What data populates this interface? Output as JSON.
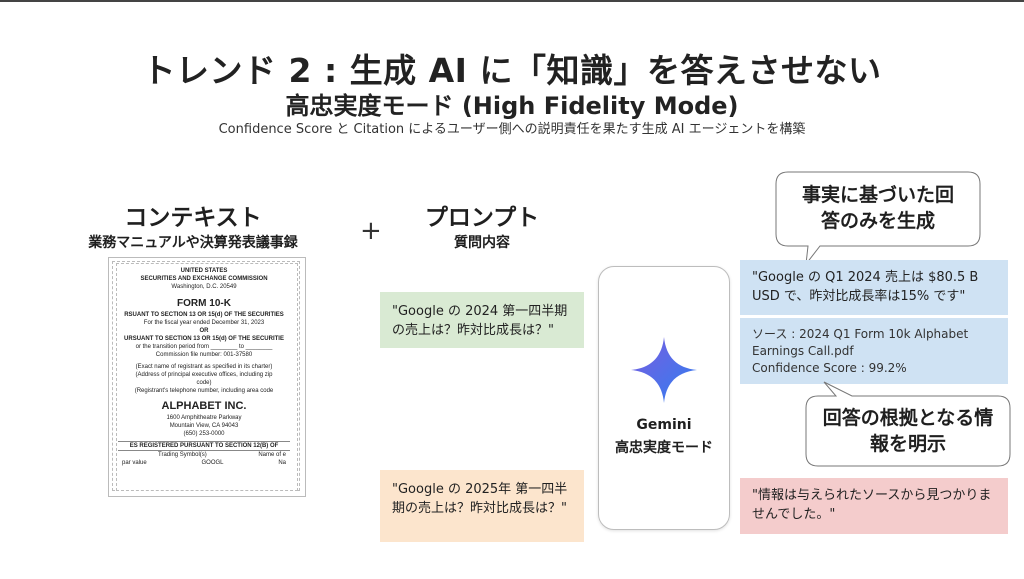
{
  "slide": {
    "title": "トレンド 2 : 生成 AI に「知識」を答えさせない",
    "subtitle": "高忠実度モード (High Fidelity Mode)",
    "description": "Confidence Score と Citation によるユーザー側への説明責任を果たす生成  AI エージェントを構築"
  },
  "context": {
    "heading": "コンテキスト",
    "subheading": "業務マニュアルや決算発表議事録",
    "plus": "+",
    "document": {
      "agency_line1": "UNITED STATES",
      "agency_line2": "SECURITIES AND EXCHANGE COMMISSION",
      "agency_line3": "Washington, D.C. 20549",
      "form": "FORM 10-K",
      "line_pursuant1": "RSUANT TO SECTION 13 OR 15(d) OF THE SECURITIES",
      "line_fiscal": "For the fiscal year ended December 31, 2023",
      "line_or": "OR",
      "line_pursuant2": "URSUANT TO SECTION 13 OR 15(d) OF THE SECURITIE",
      "line_transition": "or the transition period from ________ to ________",
      "line_commission": "Commission file number: 001-37580",
      "line_exact": "(Exact name of registrant as specified in its charter)",
      "line_address": "(Address of principal executive offices, including zip",
      "line_code": "code)",
      "line_phone": "(Registrant's telephone number, including area code",
      "company": "ALPHABET INC.",
      "addr1": "1600 Amphitheatre Parkway",
      "addr2": "Mountain View, CA 94043",
      "addr3": "(650) 253-0000",
      "registered": "ES REGISTERED PURSUANT TO SECTION 12(B) OF",
      "col_trading": "Trading Symbol(s)",
      "col_name": "Name of e",
      "row_par": "par value",
      "row_symbol": "GOOGL",
      "row_na": "Na"
    }
  },
  "prompt": {
    "heading": "プロンプト",
    "subheading": "質問内容",
    "question1": "\"Google の 2024 第一四半期の売上は？昨対比成長は？\"",
    "question2": "\"Google の 2025年 第一四半期の売上は？昨対比成長は？\""
  },
  "gemini": {
    "name": "Gemini",
    "mode": "高忠実度モード",
    "colors": {
      "star_top": "#7b5ce0",
      "star_bottom": "#2f7ff0"
    }
  },
  "answers": {
    "callout_top": "事実に基づいた回答のみを生成",
    "answer": "\"Google の Q1 2024 売上は $80.5 B USD で、昨対比成長率は15% です\"",
    "source_line1": "ソース : 2024 Q1 Form 10k Alphabet",
    "source_line2": "Earnings Call.pdf",
    "confidence": "Confidence Score : 99.2%",
    "callout_bottom": "回答の根拠となる情報を明示",
    "not_found": "\"情報は与えられたソースから見つかりませんでした。\""
  }
}
